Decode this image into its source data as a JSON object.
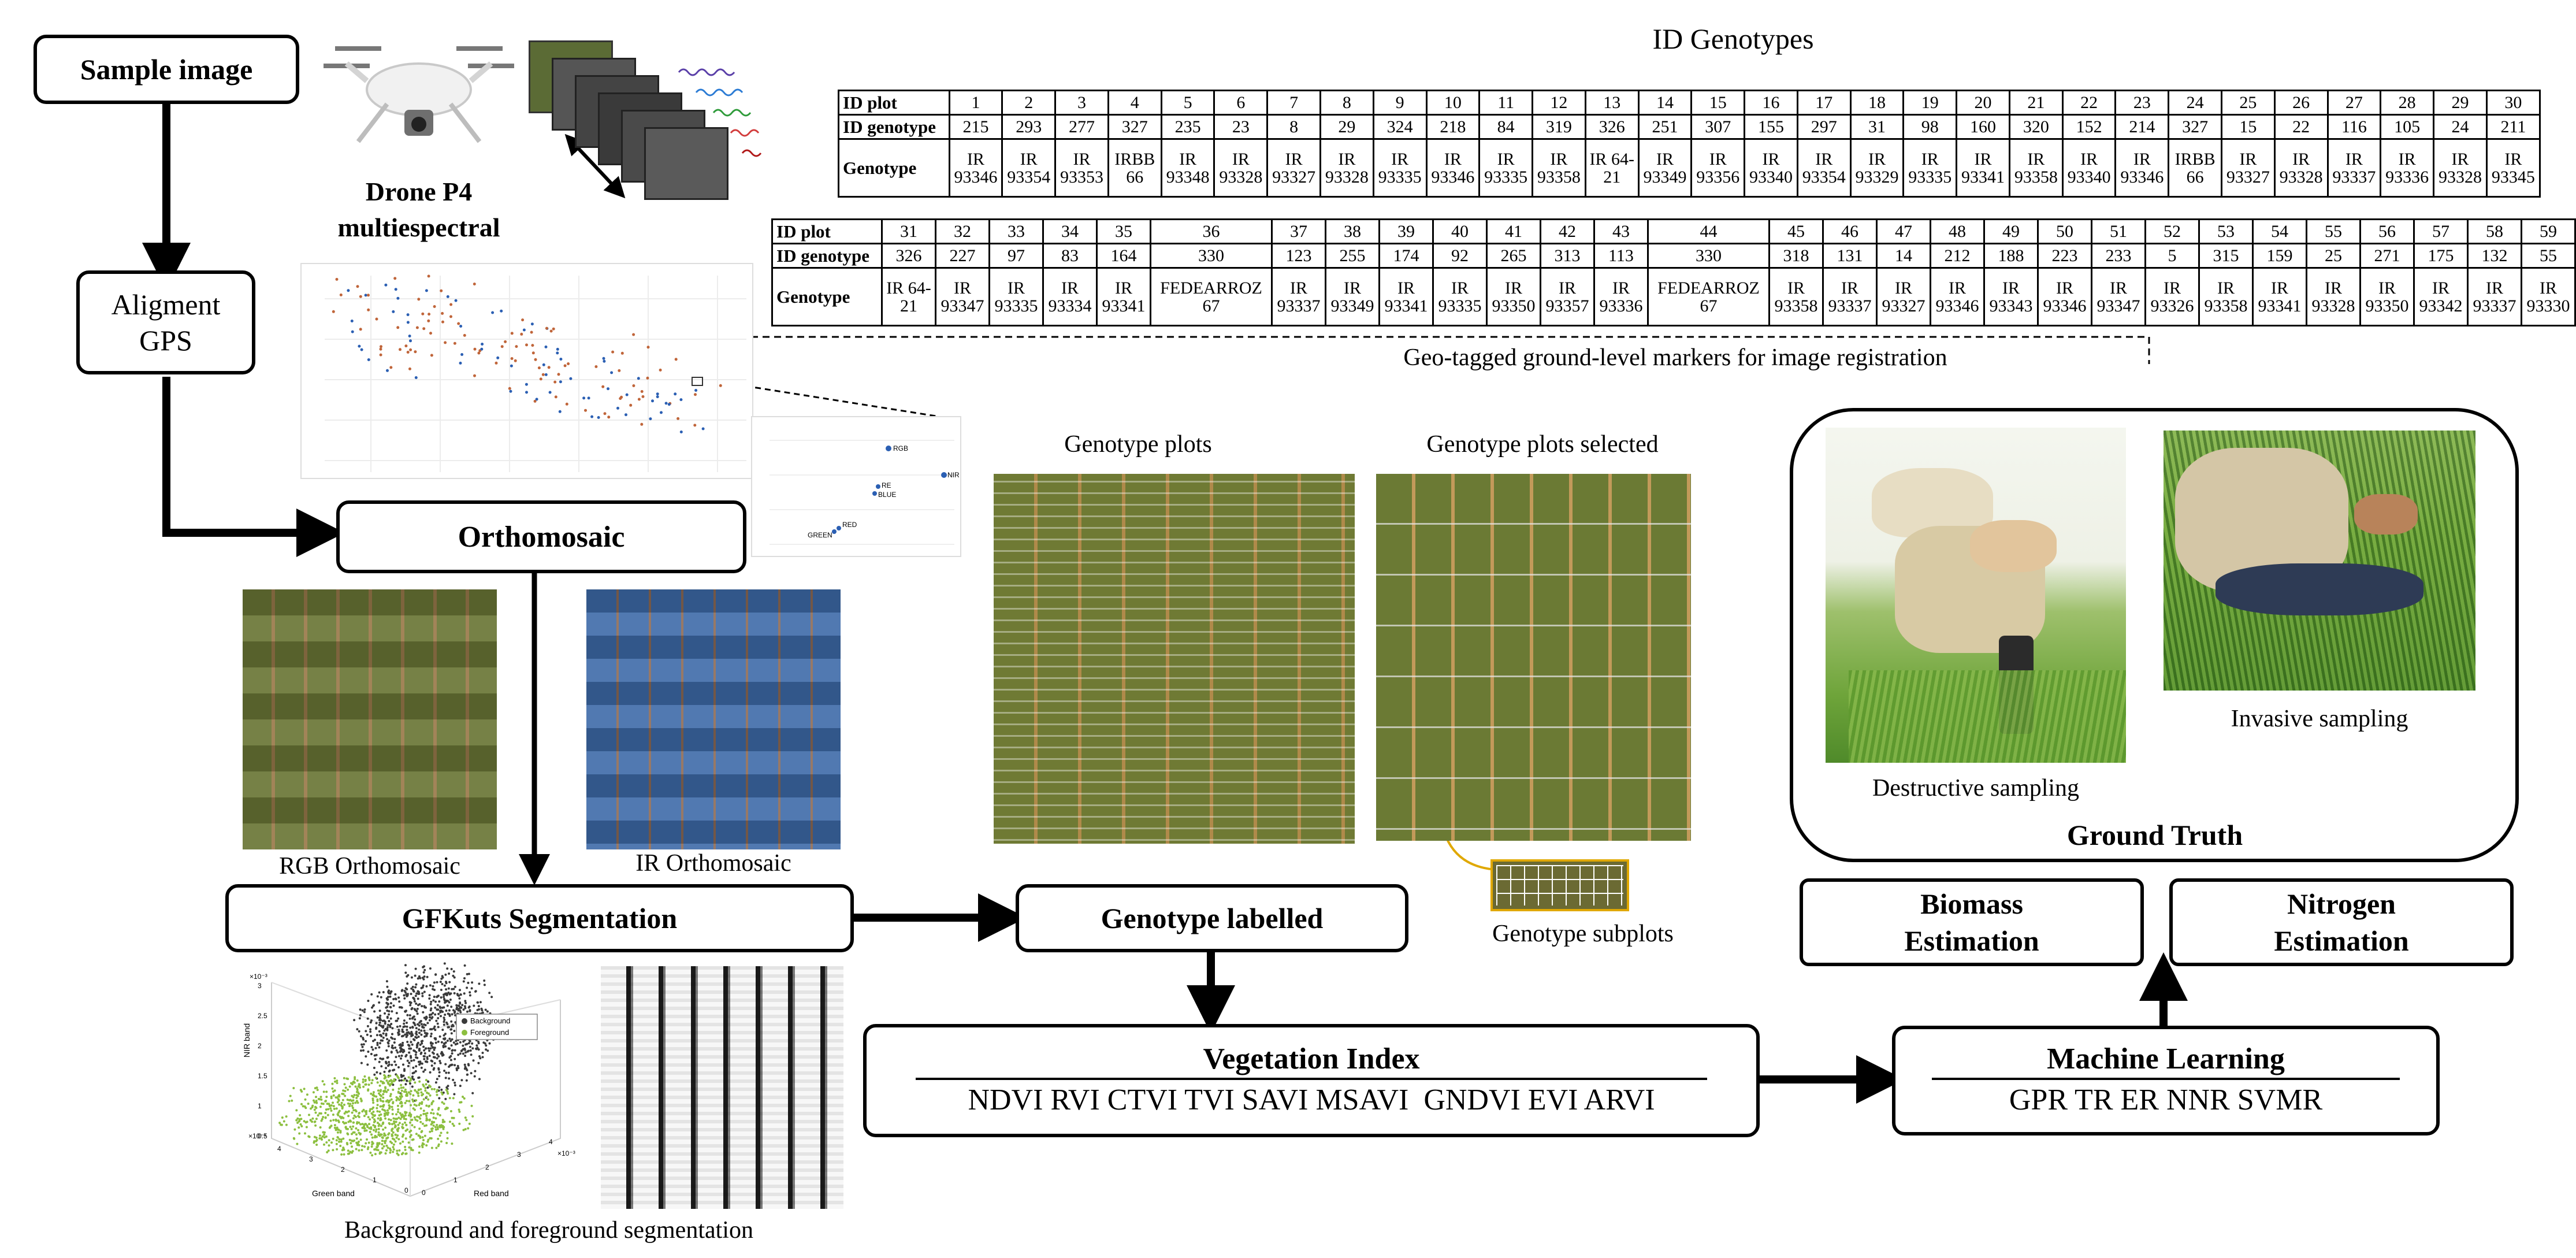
{
  "boxes": {
    "sample_image": "Sample image",
    "alignment_line1": "Aligment",
    "alignment_line2": "GPS",
    "orthomosaic": "Orthomosaic",
    "gfkuts": "GFKuts Segmentation",
    "genotype_labelled": "Genotype labelled",
    "vegetation_index_title": "Vegetation Index",
    "vegetation_index_list": "NDVI RVI CTVI TVI SAVI MSAVI  GNDVI EVI ARVI",
    "machine_learning_title": "Machine Learning",
    "machine_learning_list": "GPR TR ER NNR SVMR",
    "biomass_line1": "Biomass",
    "biomass_line2": "Estimation",
    "nitrogen_line1": "Nitrogen",
    "nitrogen_line2": "Estimation"
  },
  "labels": {
    "drone_line1": "Drone P4",
    "drone_line2": "multiespectral",
    "id_genotypes_title": "ID Genotypes",
    "geo_tagged": "Geo-tagged ground-level markers for image registration",
    "genotype_plots": "Genotype plots",
    "genotype_plots_selected": "Genotype plots selected",
    "genotype_subplots": "Genotype subplots",
    "rgb_ortho": "RGB Orthomosaic",
    "ir_ortho": "IR Orthomosaic",
    "bg_fg_seg": "Background and foreground segmentation",
    "destructive": "Destructive sampling",
    "invasive": "Invasive sampling",
    "ground_truth": "Ground Truth"
  },
  "scatter3d": {
    "legend": [
      "Background",
      "Foreground"
    ],
    "axis_nir": "NIR band",
    "axis_green": "Green band",
    "axis_red": "Red band",
    "exponent": "×10⁻³",
    "z_ticks": [
      "0.5",
      "1",
      "1.5",
      "2",
      "2.5",
      "3"
    ],
    "green_ticks": [
      "4",
      "3",
      "2",
      "1",
      "0"
    ],
    "red_ticks": [
      "0",
      "1",
      "2",
      "3",
      "4"
    ]
  },
  "row_headers": {
    "plot": "ID plot",
    "genotype_id": "ID genotype",
    "genotype": "Genotype"
  },
  "table1": {
    "plot": [
      "1",
      "2",
      "3",
      "4",
      "5",
      "6",
      "7",
      "8",
      "9",
      "10",
      "11",
      "12",
      "13",
      "14",
      "15",
      "16",
      "17",
      "18",
      "19",
      "20",
      "21",
      "22",
      "23",
      "24",
      "25",
      "26",
      "27",
      "28",
      "29",
      "30"
    ],
    "idg": [
      "215",
      "293",
      "277",
      "327",
      "235",
      "23",
      "8",
      "29",
      "324",
      "218",
      "84",
      "319",
      "326",
      "251",
      "307",
      "155",
      "297",
      "31",
      "98",
      "160",
      "320",
      "152",
      "214",
      "327",
      "15",
      "22",
      "116",
      "105",
      "24",
      "211"
    ],
    "gen": [
      "IR 93346",
      "IR 93354",
      "IR 93353",
      "IRBB 66",
      "IR 93348",
      "IR 93328",
      "IR 93327",
      "IR 93328",
      "IR 93335",
      "IR 93346",
      "IR 93335",
      "IR 93358",
      "IR 64-21",
      "IR 93349",
      "IR 93356",
      "IR 93340",
      "IR 93354",
      "IR 93329",
      "IR 93335",
      "IR 93341",
      "IR 93358",
      "IR 93340",
      "IR 93346",
      "IRBB 66",
      "IR 93327",
      "IR 93328",
      "IR 93337",
      "IR 93336",
      "IR 93328",
      "IR 93345"
    ]
  },
  "table2": {
    "plot": [
      "31",
      "32",
      "33",
      "34",
      "35",
      "36",
      "37",
      "38",
      "39",
      "40",
      "41",
      "42",
      "43",
      "44",
      "45",
      "46",
      "47",
      "48",
      "49",
      "50",
      "51",
      "52",
      "53",
      "54",
      "55",
      "56",
      "57",
      "58",
      "59"
    ],
    "idg": [
      "326",
      "227",
      "97",
      "83",
      "164",
      "330",
      "123",
      "255",
      "174",
      "92",
      "265",
      "313",
      "113",
      "330",
      "318",
      "131",
      "14",
      "212",
      "188",
      "223",
      "233",
      "5",
      "315",
      "159",
      "25",
      "271",
      "175",
      "132",
      "55"
    ],
    "gen": [
      "IR 64-21",
      "IR 93347",
      "IR 93335",
      "IR 93334",
      "IR 93341",
      "FEDEARROZ 67",
      "IR 93337",
      "IR 93349",
      "IR 93341",
      "IR 93335",
      "IR 93350",
      "IR 93357",
      "IR 93336",
      "FEDEARROZ 67",
      "IR 93358",
      "IR 93337",
      "IR 93327",
      "IR 93346",
      "IR 93343",
      "IR 93346",
      "IR 93347",
      "IR 93326",
      "IR 93358",
      "IR 93341",
      "IR 93328",
      "IR 93350",
      "IR 93342",
      "IR 93337",
      "IR 93330"
    ]
  },
  "gps_map": {
    "inset_points": [
      "RGB",
      "NIR",
      "RE",
      "BLUE",
      "RED",
      "GREEN"
    ]
  },
  "colors": {
    "field_green": "#5e6a2c",
    "field_blue": "#2f5b9a",
    "foreground_green": "#8cbf3f",
    "background_gray": "#3a3a3a",
    "subplot_outline": "#e0a800"
  }
}
